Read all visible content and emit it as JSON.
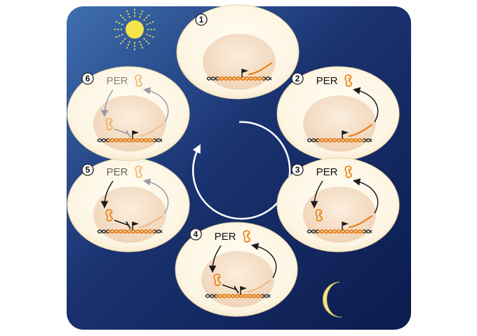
{
  "protein_label": "PER",
  "cells": [
    {
      "number": "1",
      "per_text": "",
      "per_opacity": 0,
      "protein_in_nucleus": false,
      "protein_faded": false,
      "repression": "none",
      "mrna_opacity": 1.0,
      "export_arrow": "none",
      "import_arrow": "none"
    },
    {
      "number": "2",
      "per_text": "PER",
      "per_opacity": 1,
      "protein_in_nucleus": false,
      "protein_faded": false,
      "repression": "none",
      "mrna_opacity": 1.0,
      "export_arrow": "dark",
      "import_arrow": "none"
    },
    {
      "number": "3",
      "per_text": "PER",
      "per_opacity": 1,
      "protein_in_nucleus": true,
      "protein_faded": false,
      "repression": "none",
      "mrna_opacity": 1.0,
      "export_arrow": "dark",
      "import_arrow": "dark"
    },
    {
      "number": "4",
      "per_text": "PER",
      "per_opacity": 1,
      "protein_in_nucleus": true,
      "protein_faded": false,
      "repression": "dark",
      "mrna_opacity": 0.35,
      "export_arrow": "dark",
      "import_arrow": "dark"
    },
    {
      "number": "5",
      "per_text": "PER",
      "per_opacity": 0.65,
      "protein_in_nucleus": true,
      "protein_faded": false,
      "repression": "dark",
      "mrna_opacity": 0.35,
      "export_arrow": "faded",
      "import_arrow": "dark"
    },
    {
      "number": "6",
      "per_text": "PER",
      "per_opacity": 0.5,
      "protein_in_nucleus": true,
      "protein_faded": true,
      "repression": "faded",
      "mrna_opacity": 0.3,
      "export_arrow": "faded",
      "import_arrow": "faded"
    }
  ],
  "icons": {
    "day": "sun-icon",
    "night": "crescent-moon-icon",
    "cycle": "cycle-arrow-icon"
  },
  "colors": {
    "background_top": "#3f6fb0",
    "background_bottom": "#0b1c4d",
    "cell_fill": "#fdf7e6",
    "nucleus_fill": "#f6dcc2",
    "dna_orange": "#e8821e",
    "dna_dark": "#2a2a2a",
    "protein": "#e8891c",
    "sun": "#f4e34a",
    "moon": "#f3e38a",
    "arrow": "#1a1a1a",
    "cycle_arrow": "#ffffff"
  }
}
